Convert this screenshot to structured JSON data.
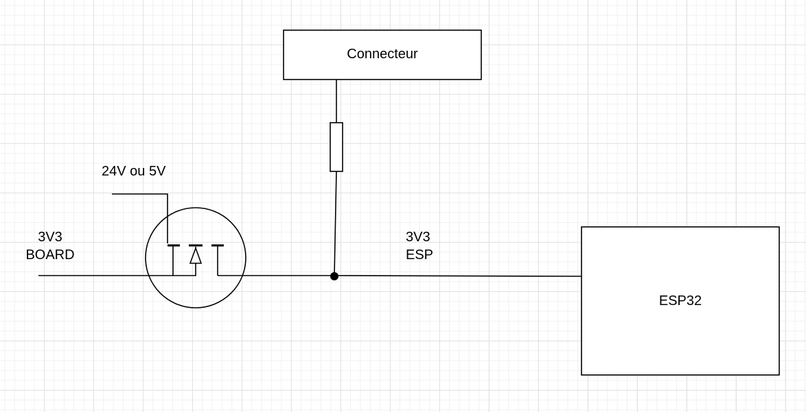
{
  "diagram": {
    "connector_label": "Connecteur",
    "esp32_label": "ESP32",
    "gate_supply_label": "24V ou 5V",
    "input_label_line1": "3V3",
    "input_label_line2": "BOARD",
    "output_label_line1": "3V3",
    "output_label_line2": "ESP"
  },
  "colors": {
    "stroke": "#000000",
    "grid_major": "#e3e3e3",
    "grid_minor": "#f1f1f1",
    "background": "#ffffff"
  }
}
